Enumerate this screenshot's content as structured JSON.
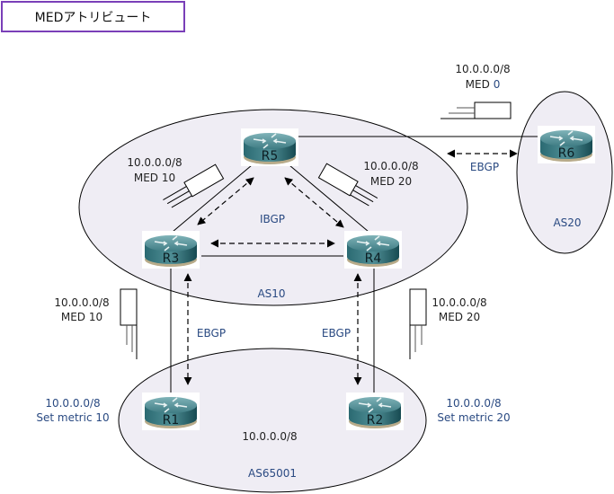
{
  "title": "MEDアトリビュート",
  "colors": {
    "title_border": "#7a3fb8",
    "as_fill": "#efedf4",
    "label_blue": "#2a4a82",
    "label_dark": "#222222",
    "router_top": "#4e8f96",
    "router_side": "#1f5a61"
  },
  "autonomous_systems": {
    "as10": "AS10",
    "as20": "AS20",
    "as65001": "AS65001"
  },
  "routers": {
    "r1": "R1",
    "r2": "R2",
    "r3": "R3",
    "r4": "R4",
    "r5": "R5",
    "r6": "R6"
  },
  "sessions": {
    "ibgp": "IBGP",
    "ebgp_r6": "EBGP",
    "ebgp_r3_r1": "EBGP",
    "ebgp_r4_r2": "EBGP"
  },
  "advertisements": {
    "r6_to_r5": {
      "prefix": "10.0.0.0/8",
      "med_label": "MED",
      "med_value": "0"
    },
    "r5_to_r3": {
      "prefix": "10.0.0.0/8",
      "med": "MED 10"
    },
    "r5_to_r4": {
      "prefix": "10.0.0.0/8",
      "med": "MED 20"
    },
    "r1_to_r3": {
      "prefix": "10.0.0.0/8",
      "med": "MED 10"
    },
    "r2_to_r4": {
      "prefix": "10.0.0.0/8",
      "med": "MED 20"
    }
  },
  "configs": {
    "r1": {
      "prefix": "10.0.0.0/8",
      "command": "Set metric 10"
    },
    "r2": {
      "prefix": "10.0.0.0/8",
      "command": "Set metric 20"
    }
  },
  "as65001_network": "10.0.0.0/8"
}
